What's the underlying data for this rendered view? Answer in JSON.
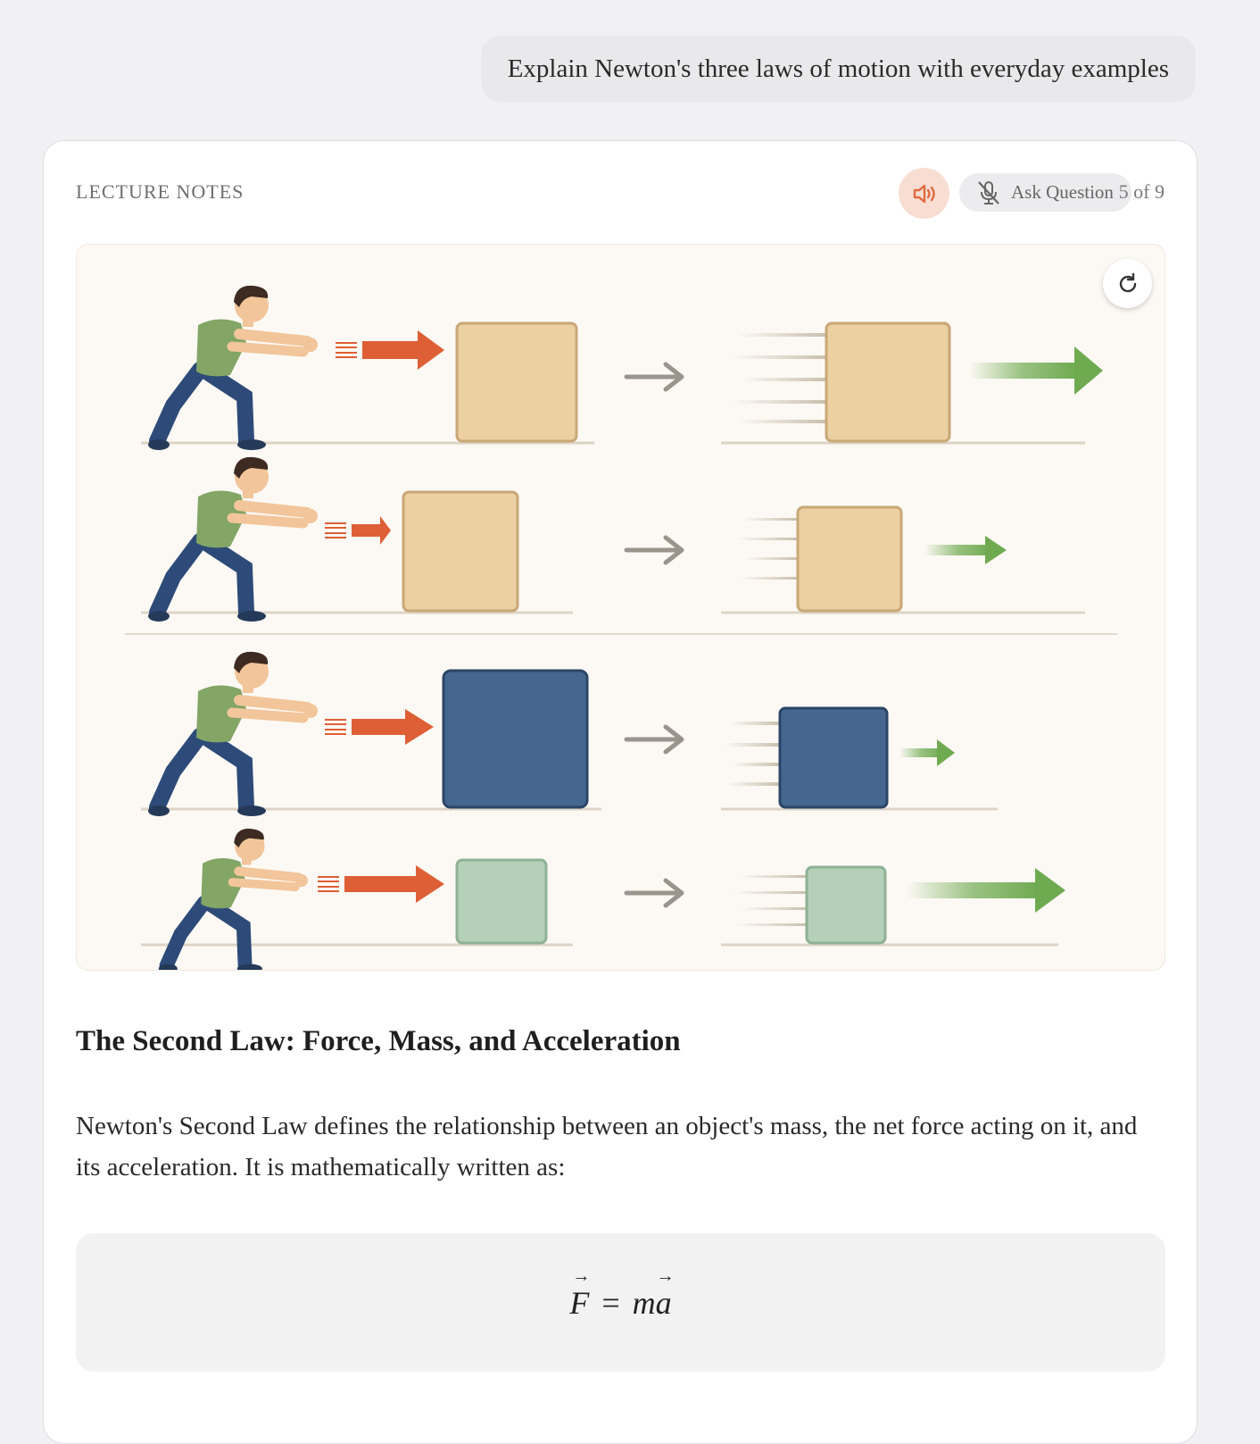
{
  "user_message": "Explain Newton's three laws of motion with everyday examples",
  "card": {
    "section_label": "LECTURE NOTES",
    "speaker_icon": "speaker-icon",
    "ask_question_label": "Ask Question",
    "ask_question_icon": "mic-off-icon",
    "page_indicator": "5 of 9",
    "refresh_icon": "refresh-icon"
  },
  "content": {
    "heading": "The Second Law: Force, Mass, and Acceleration",
    "paragraph": "Newton's Second Law defines the relationship between an object's mass, the net force acting on it, and its acceleration. It is mathematically written as:",
    "formula": {
      "lhs": "F",
      "equals": "=",
      "mass": "m",
      "accel": "a"
    }
  },
  "colors": {
    "accent": "#e06a3e",
    "force_arrow": "#de5f35",
    "accel_arrow": "#6faa50",
    "box_tan": "#ecd0a2",
    "box_blue": "#44668f",
    "box_green": "#b5d0b8"
  }
}
